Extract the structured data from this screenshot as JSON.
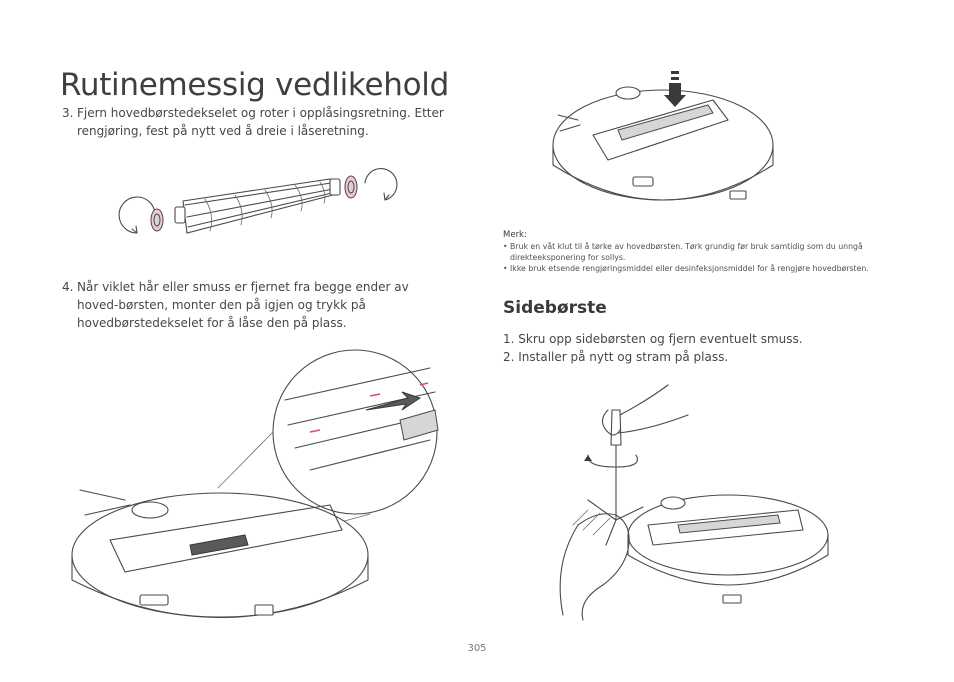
{
  "page": {
    "title": "Rutinemessig vedlikehold",
    "page_number": "305"
  },
  "steps": [
    {
      "number": "3.",
      "text": "Fjern hovedbørstedekselet og roter i opplåsingsretning. Etter rengjøring, fest på nytt ved å dreie i låseretning."
    },
    {
      "number": "4.",
      "text": "Når viklet hår eller smuss er fjernet fra begge ender av hoved-børsten, monter den på igjen og trykk på hovedbørstedekselet for å låse den på plass."
    }
  ],
  "note": {
    "label": "Merk:",
    "items": [
      "Bruk en våt klut til å tørke av hovedbørsten. Tørk grundig før bruk samtidig som du unngå direkteeksponering for sollys.",
      "Ikke bruk etsende rengjøringsmiddel eller desinfeksjonsmiddel for å rengjøre hovedbørsten."
    ]
  },
  "side_brush": {
    "heading": "Sidebørste",
    "steps": [
      "1. Skru opp sidebørsten og fjern eventuelt smuss.",
      "2. Installer på nytt og stram på plass."
    ]
  },
  "colors": {
    "text": "#3a3a3a",
    "accent_red": "#d8505e",
    "accent_pink": "#f3c7cc"
  }
}
